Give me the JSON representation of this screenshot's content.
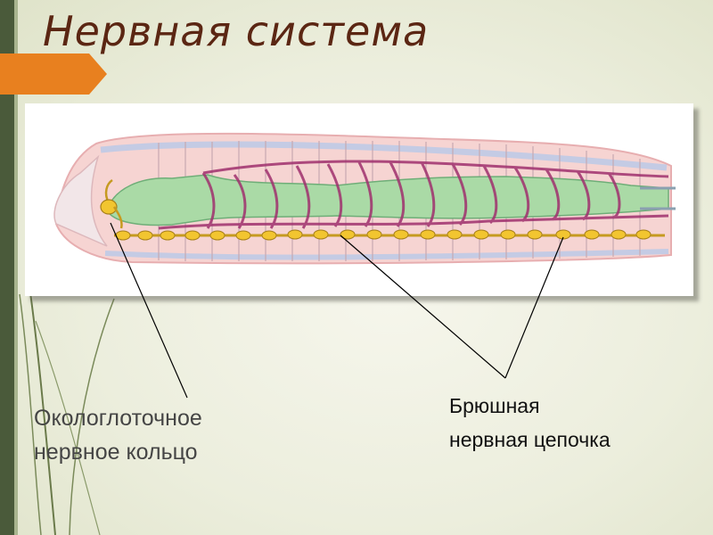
{
  "slide": {
    "title": "Нервная система"
  },
  "labels": {
    "ring_line1": "Окологлоточное",
    "ring_line2": "нервное кольцо",
    "chain_line1": "Брюшная",
    "chain_line2": "нервная цепочка"
  },
  "colors": {
    "title": "#5b2613",
    "accent_arrow": "#e8801f",
    "sidebar": "#4a5a3a",
    "body_pink": "#f1c4c4",
    "gut_green": "#a8d8a0",
    "vessel_purple": "#a0306e",
    "ganglion_yellow": "#f0c020"
  }
}
